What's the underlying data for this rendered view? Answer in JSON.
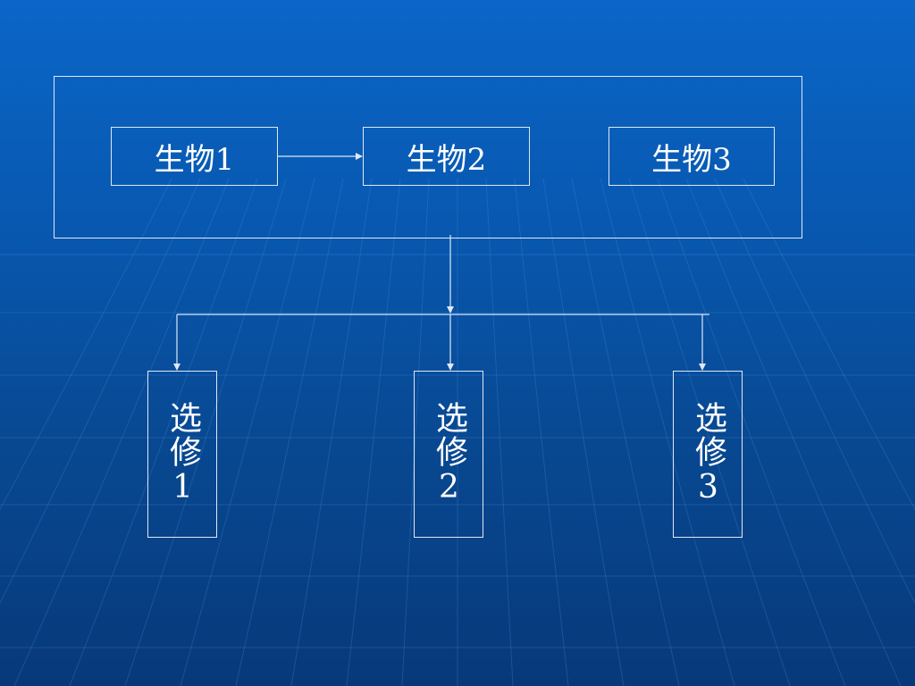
{
  "slide": {
    "top_nodes": [
      {
        "label": "生物1"
      },
      {
        "label": "生物2"
      },
      {
        "label": "生物3"
      }
    ],
    "elective_nodes": [
      {
        "label": "选修1"
      },
      {
        "label": "选修2"
      },
      {
        "label": "选修3"
      }
    ],
    "edges": [
      {
        "from": "生物1",
        "to": "生物2"
      },
      {
        "from": "group",
        "to": "选修1"
      },
      {
        "from": "group",
        "to": "选修2"
      },
      {
        "from": "group",
        "to": "选修3"
      }
    ]
  },
  "colors": {
    "background_top": "#0a66c8",
    "background_bottom": "#07397a",
    "line": "#dfe8f4",
    "text": "#ffffff"
  }
}
